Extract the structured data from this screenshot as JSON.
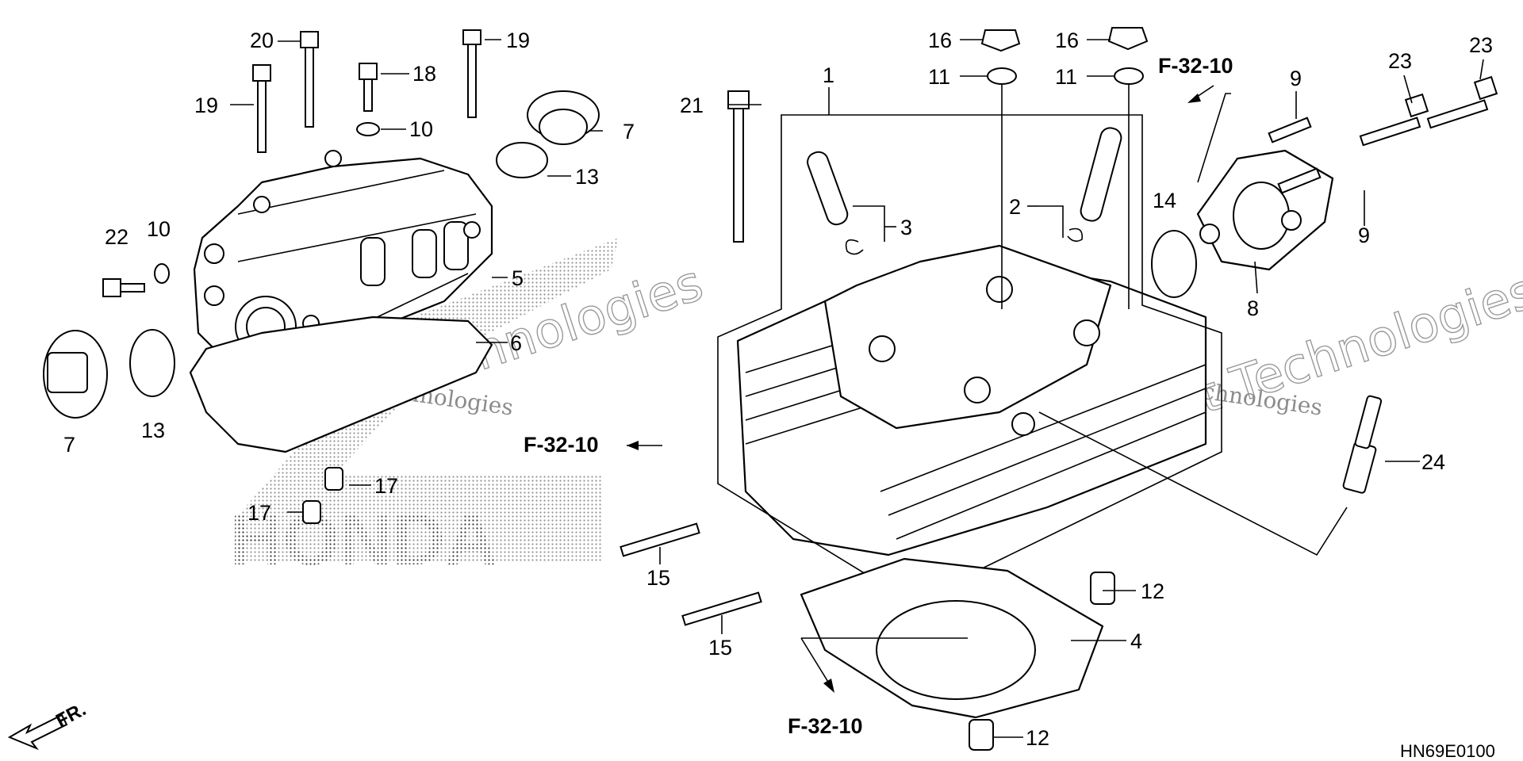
{
  "callouts": {
    "c1": "1",
    "c2": "2",
    "c3": "3",
    "c4": "4",
    "c5": "5",
    "c6": "6",
    "c7a": "7",
    "c7b": "7",
    "c8": "8",
    "c9a": "9",
    "c9b": "9",
    "c10a": "10",
    "c10b": "10",
    "c11a": "11",
    "c11b": "11",
    "c12a": "12",
    "c12b": "12",
    "c13a": "13",
    "c13b": "13",
    "c14": "14",
    "c15a": "15",
    "c15b": "15",
    "c16a": "16",
    "c16b": "16",
    "c17a": "17",
    "c17b": "17",
    "c18": "18",
    "c19a": "19",
    "c19b": "19",
    "c20": "20",
    "c21": "21",
    "c22": "22",
    "c23a": "23",
    "c23b": "23",
    "c24": "24"
  },
  "references": {
    "ref_top_right": "F-32-10",
    "ref_left": "F-32-10",
    "ref_bottom": "F-32-10"
  },
  "direction_label": "FR.",
  "diagram_code": "HN69E0100",
  "watermark": {
    "left_big": "vNext Technologies",
    "left_small": "vNext Technologies",
    "right_big": "vNext Technologies",
    "right_small": "vNext Technologies",
    "brand": "HONDA"
  }
}
